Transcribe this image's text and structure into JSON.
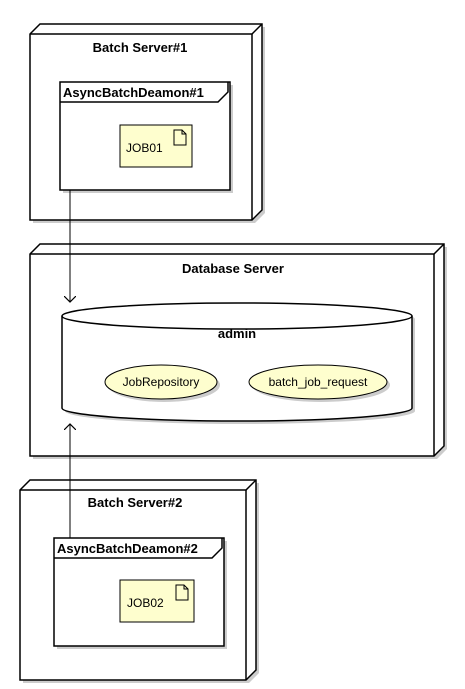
{
  "nodes": {
    "batch_server_1": "Batch Server#1",
    "database_server": "Database Server",
    "batch_server_2": "Batch Server#2"
  },
  "frames": {
    "deamon_1": "AsyncBatchDeamon#1",
    "deamon_2": "AsyncBatchDeamon#2"
  },
  "artifacts": {
    "job01": "JOB01",
    "job02": "JOB02"
  },
  "database": {
    "name": "admin",
    "entities": [
      "JobRepository",
      "batch_job_request"
    ]
  },
  "colors": {
    "artifact_fill": "#FEFECE",
    "stroke": "#000000",
    "shadow": "#cccccc"
  }
}
